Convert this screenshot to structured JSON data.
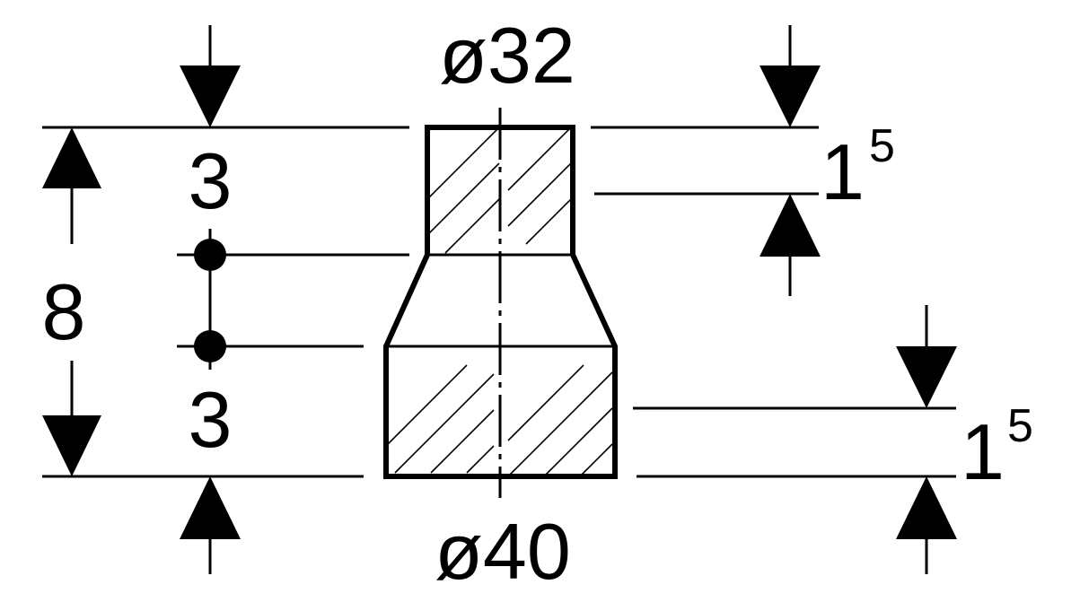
{
  "diagram": {
    "top_diameter": "ø32",
    "bottom_diameter": "ø40",
    "total_height": "8",
    "upper_segment": "3",
    "lower_segment": "3",
    "top_chamfer": {
      "base": "1",
      "exp": "5"
    },
    "bottom_chamfer": {
      "base": "1",
      "exp": "5"
    }
  }
}
